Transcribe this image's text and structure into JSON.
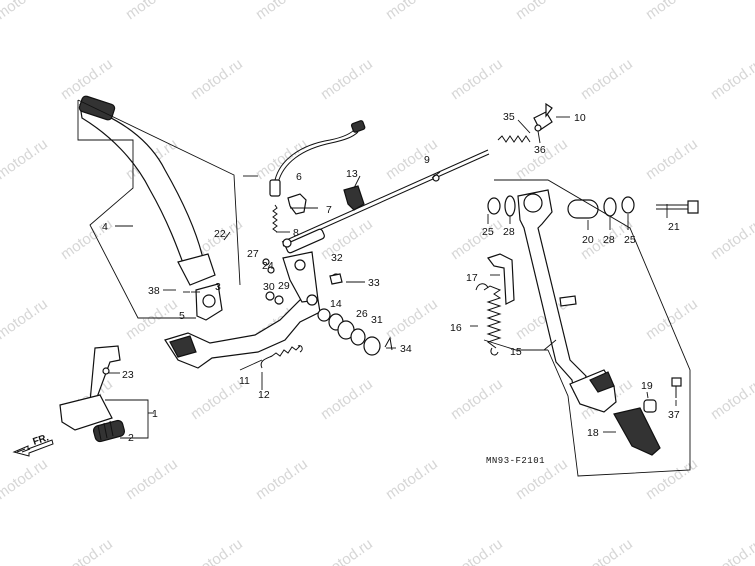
{
  "watermark": "motod.ru",
  "diagram_code": "MN93-F2101",
  "front_label": "FR.",
  "callouts": [
    "1",
    "2",
    "3",
    "4",
    "5",
    "6",
    "7",
    "8",
    "9",
    "10",
    "11",
    "12",
    "13",
    "14",
    "15",
    "16",
    "17",
    "18",
    "19",
    "20",
    "21",
    "22",
    "23",
    "24",
    "25",
    "26",
    "27",
    "28",
    "29",
    "30",
    "31",
    "32",
    "33",
    "34",
    "35",
    "36",
    "37",
    "38",
    "25",
    "28"
  ]
}
